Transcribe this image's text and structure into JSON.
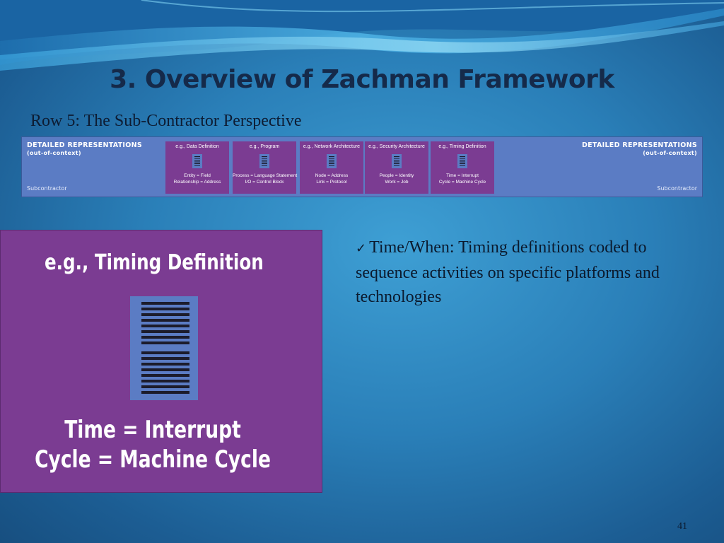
{
  "slide": {
    "title": "3. Overview of Zachman Framework",
    "subtitle": "Row 5: The Sub-Contractor Perspective",
    "page_number": "41"
  },
  "strip": {
    "left_header": "DETAILED REPRESENTATIONS",
    "left_subheader": "(out-of-context)",
    "left_footer": "Subcontractor",
    "right_header": "DETAILED REPRESENTATIONS",
    "right_subheader": "(out-of-context)",
    "right_footer": "Subcontractor",
    "cells": [
      {
        "head": "e.g., Data Definition",
        "line1": "Entity = Field",
        "line2": "Relationship = Address"
      },
      {
        "head": "e.g., Program",
        "line1": "Process = Language Statement",
        "line2": "I/O = Control Block"
      },
      {
        "head": "e.g., Network Architecture",
        "line1": "Node = Address",
        "line2": "Link = Protocol"
      },
      {
        "head": "e.g., Security Architecture",
        "line1": "People = Identity",
        "line2": "Work = Job"
      },
      {
        "head": "e.g., Timing Definition",
        "line1": "Time = Interrupt",
        "line2": "Cycle = Machine Cycle"
      }
    ]
  },
  "card": {
    "heading": "e.g., Timing Definition",
    "line1": "Time = Interrupt",
    "line2": "Cycle = Machine Cycle"
  },
  "bullet": {
    "text": "Time/When: Timing definitions coded to sequence activities on specific platforms and technologies"
  },
  "colors": {
    "purple": "#7b3c92",
    "strip_blue": "#5b7cc4",
    "title": "#152a4a"
  }
}
